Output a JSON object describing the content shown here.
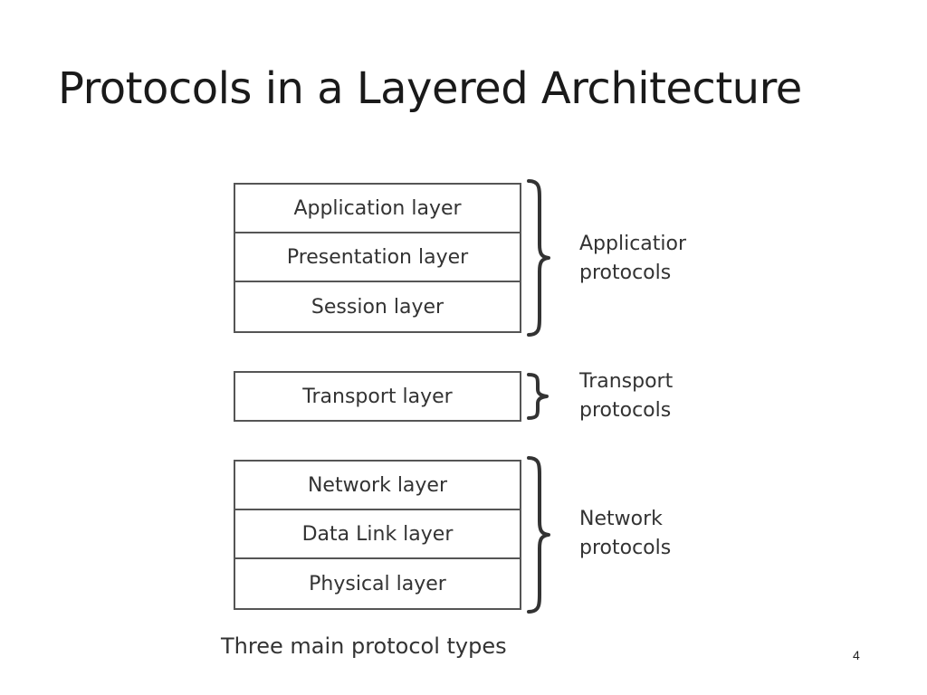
{
  "slide": {
    "title": "Protocols in a Layered Architecture",
    "caption": "Three main protocol types",
    "slide_number": "4"
  },
  "groups": {
    "application": {
      "layers": [
        "Application layer",
        "Presentation layer",
        "Session layer"
      ],
      "label_line1": "Applicatior",
      "label_line2": "protocols"
    },
    "transport": {
      "layers": [
        "Transport layer"
      ],
      "label_line1": "Transport",
      "label_line2": "protocols"
    },
    "network": {
      "layers": [
        "Network layer",
        "Data Link layer",
        "Physical layer"
      ],
      "label_line1": "Network",
      "label_line2": "protocols"
    }
  }
}
